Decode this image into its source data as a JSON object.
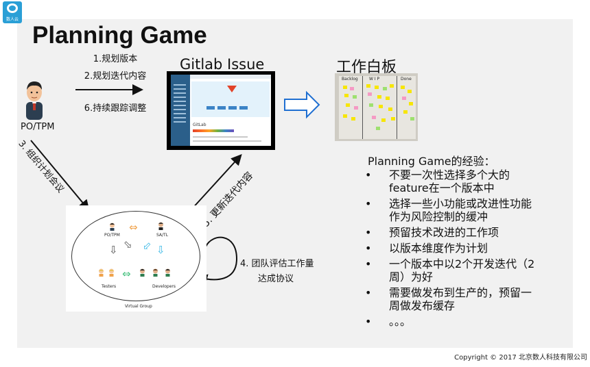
{
  "logo": {
    "text": "数人云"
  },
  "title": "Planning Game",
  "po": {
    "label": "PO/TPM"
  },
  "plan_steps": [
    "1.规划版本",
    "2.规划迭代内容",
    "6.持续跟踪调整"
  ],
  "gitlab": {
    "title": "Gitlab Issue",
    "heading": "GitLab"
  },
  "whiteboard": {
    "title": "工作白板",
    "columns": [
      "Backlog",
      "W I P",
      "Done"
    ]
  },
  "diagonal_labels": {
    "step3": "3. 组织计划会议",
    "step5": "5. 更新迭代内容"
  },
  "virtual_group": {
    "po_label": "PO/TPM",
    "sa_label": "SA/TL",
    "testers_label": "Testers",
    "developers_label": "Developers",
    "group_label": "Virtual Group"
  },
  "step4": [
    "4. 团队评估工作量",
    "达成协议"
  ],
  "experience": {
    "title": "Planning Game的经验：",
    "items": [
      [
        "不要一次性选择多个大的",
        "feature在一个版本中"
      ],
      [
        "选择一些小功能或改进性功能",
        "作为风险控制的缓冲"
      ],
      [
        "预留技术改进的工作项"
      ],
      [
        "以版本维度作为计划"
      ],
      [
        "一个版本中以2个开发迭代（2",
        "周）为好"
      ],
      [
        "需要做发布到生产的，预留一",
        "周做发布缓存"
      ],
      [
        "。。。"
      ]
    ],
    "bullet": "•"
  },
  "copyright": "Copyright © 2017 北京数人科技有限公司",
  "colors": {
    "accent_blue": "#2a9fd6",
    "hollow_arrow": "#1f6fd1",
    "swap_arrow_orange": "#f0a24a",
    "swap_arrow_green": "#3fbf7a",
    "cyan_arrow": "#3ab8e6"
  }
}
